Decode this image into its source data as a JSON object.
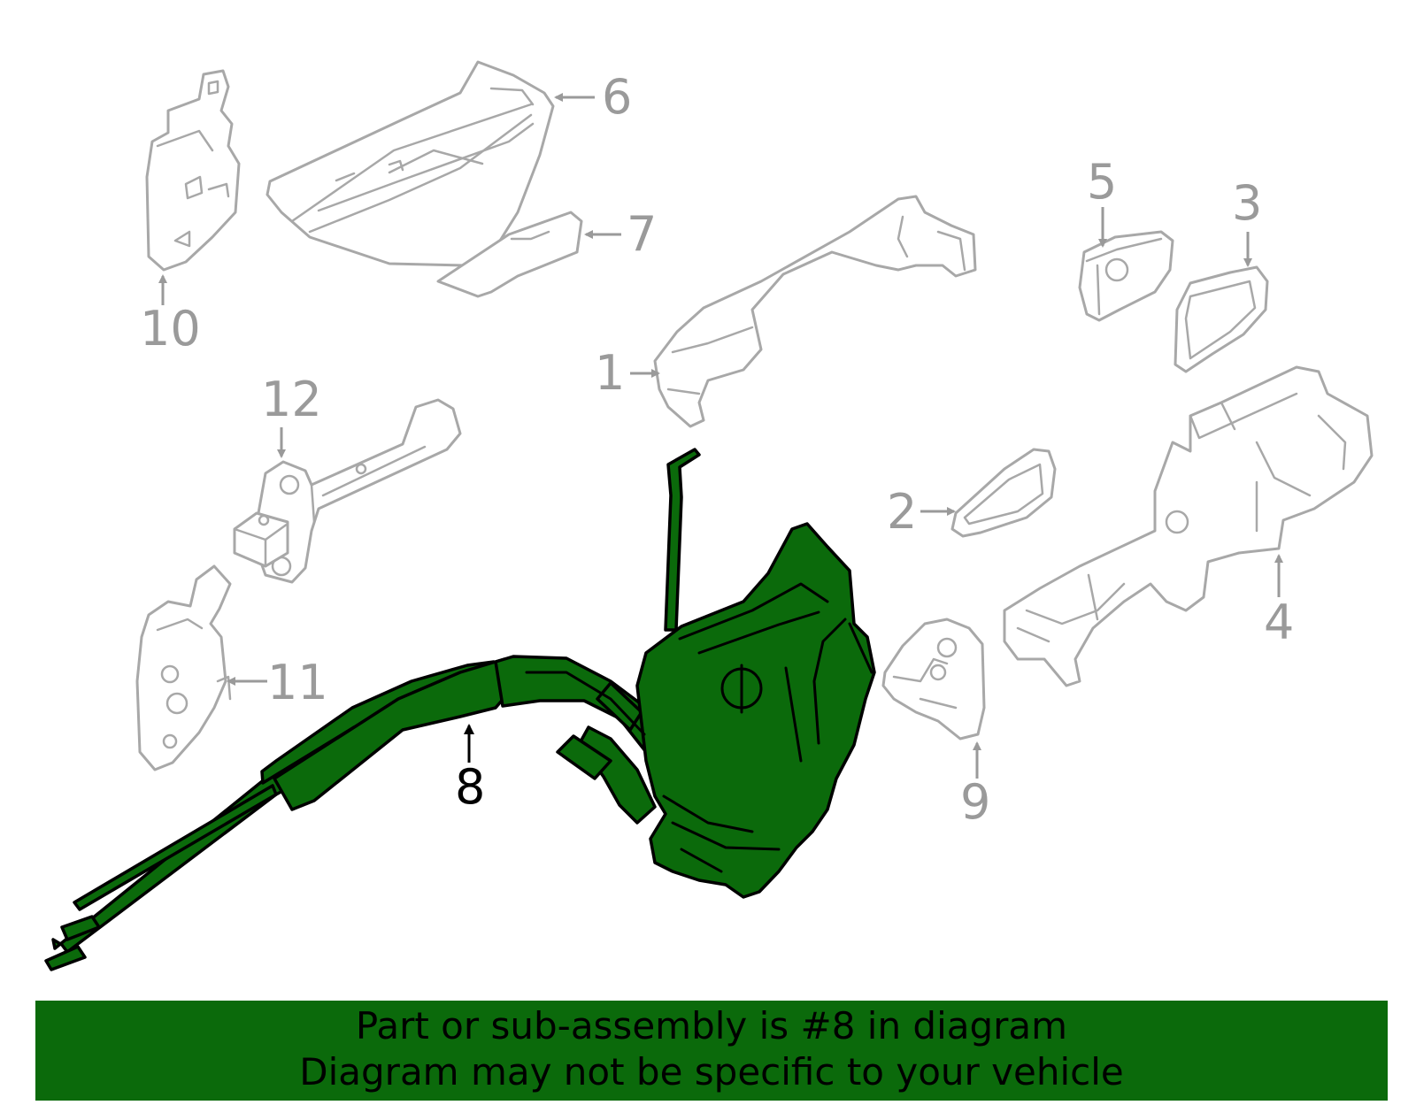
{
  "diagram": {
    "highlight_color": "#0b6a0b",
    "highlighted_part": "8",
    "callouts": {
      "c1": "1",
      "c2": "2",
      "c3": "3",
      "c4": "4",
      "c5": "5",
      "c6": "6",
      "c7": "7",
      "c8": "8",
      "c9": "9",
      "c10": "10",
      "c11": "11",
      "c12": "12"
    }
  },
  "banner": {
    "line1": "Part or sub-assembly is #8 in diagram",
    "line2": "Diagram may not be specific to your vehicle"
  }
}
